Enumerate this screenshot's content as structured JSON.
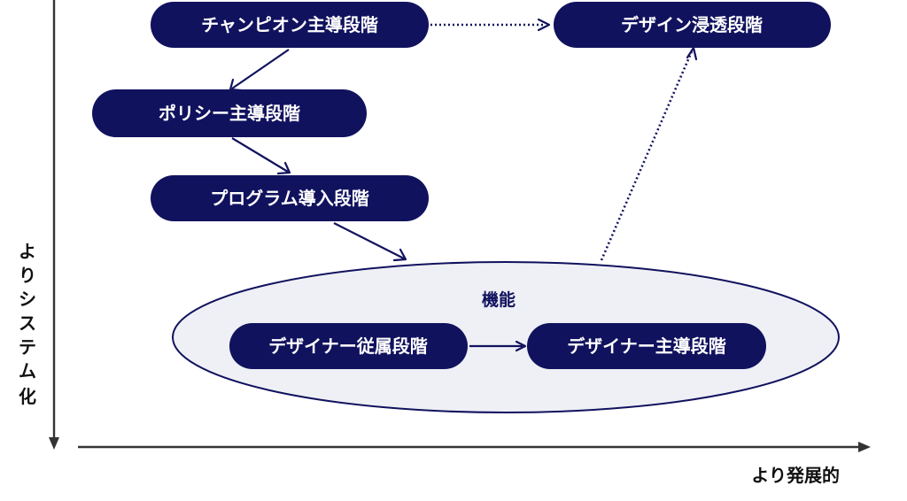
{
  "stages": {
    "champion": "チャンピオン主導段階",
    "design_penetration": "デザイン浸透段階",
    "policy": "ポリシー主導段階",
    "program": "プログラム導入段階",
    "designer_subordinate": "デザイナー従属段階",
    "designer_led": "デザイナー主導段階"
  },
  "region": {
    "label": "機能"
  },
  "axes": {
    "vertical_label": [
      "よ",
      "り",
      "シ",
      "ス",
      "テ",
      "ム",
      "化"
    ],
    "horizontal_label": "より発展的"
  },
  "colors": {
    "stage_fill": "#11125e",
    "stage_text": "#ffffff",
    "region_fill": "#eef0f5",
    "axis": "#333333"
  }
}
